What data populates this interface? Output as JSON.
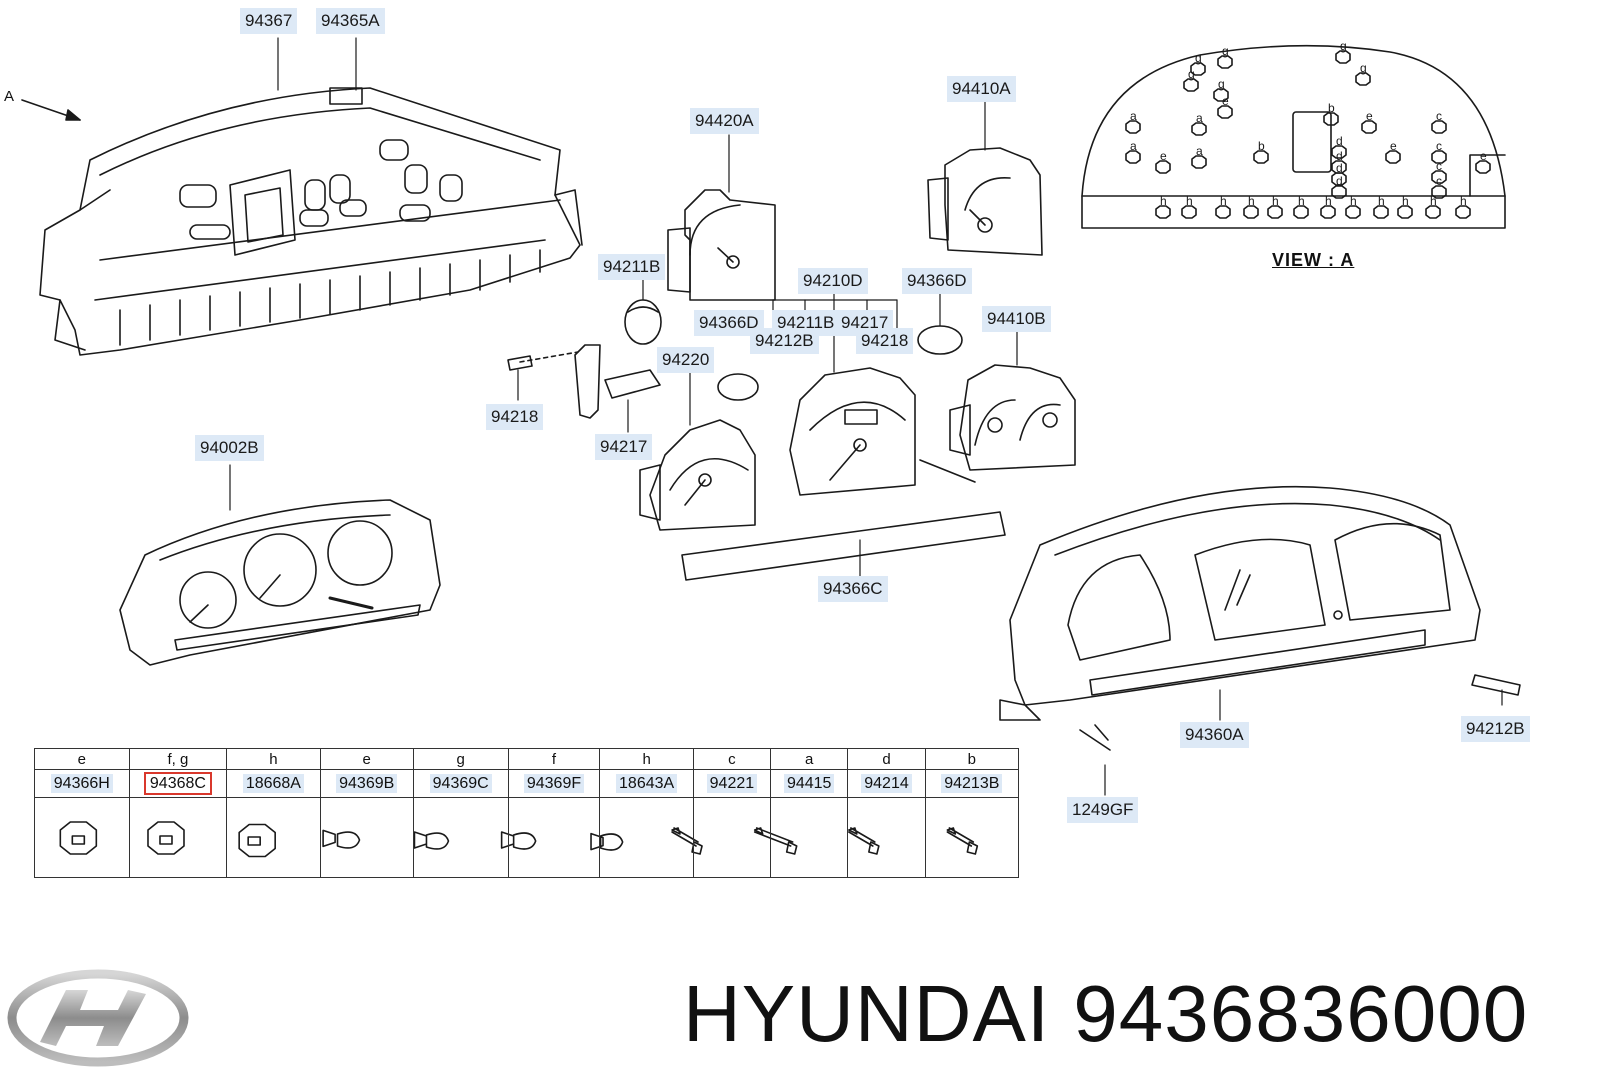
{
  "callouts": [
    {
      "id": "c94367",
      "text": "94367"
    },
    {
      "id": "c94365A",
      "text": "94365A"
    },
    {
      "id": "c94420A",
      "text": "94420A"
    },
    {
      "id": "c94410A",
      "text": "94410A"
    },
    {
      "id": "c94211B_1",
      "text": "94211B"
    },
    {
      "id": "c94210D",
      "text": "94210D"
    },
    {
      "id": "c94366D_1",
      "text": "94366D"
    },
    {
      "id": "c94366D_2",
      "text": "94366D"
    },
    {
      "id": "c94211B_2",
      "text": "94211B"
    },
    {
      "id": "c94217_1",
      "text": "94217"
    },
    {
      "id": "c94212B_1",
      "text": "94212B"
    },
    {
      "id": "c94218_1",
      "text": "94218"
    },
    {
      "id": "c94410B",
      "text": "94410B"
    },
    {
      "id": "c94220",
      "text": "94220"
    },
    {
      "id": "c94218_2",
      "text": "94218"
    },
    {
      "id": "c94217_2",
      "text": "94217"
    },
    {
      "id": "c94002B",
      "text": "94002B"
    },
    {
      "id": "c94366C",
      "text": "94366C"
    },
    {
      "id": "c94360A",
      "text": "94360A"
    },
    {
      "id": "c94212B_2",
      "text": "94212B"
    },
    {
      "id": "c1249GF",
      "text": "1249GF"
    }
  ],
  "arrow_label": "A",
  "view_caption": "VIEW : A",
  "view_markers": [
    "g",
    "g",
    "g",
    "g",
    "g",
    "g",
    "e",
    "e",
    "a",
    "a",
    "a",
    "a",
    "b",
    "b",
    "e",
    "e",
    "c",
    "c",
    "c",
    "c",
    "d",
    "d",
    "d",
    "d",
    "e",
    "h",
    "h",
    "h",
    "h",
    "h",
    "h",
    "h",
    "h",
    "h",
    "h",
    "h",
    "h"
  ],
  "parts_table": {
    "codes": [
      "e",
      "f, g",
      "h",
      "e",
      "g",
      "f",
      "h",
      "c",
      "a",
      "d",
      "b"
    ],
    "parts": [
      "94366H",
      "94368C",
      "18668A",
      "94369B",
      "94369C",
      "94369F",
      "18643A",
      "94221",
      "94415",
      "94214",
      "94213B"
    ],
    "highlight_index": 1,
    "icons": [
      "bulb-socket-large-icon",
      "bulb-socket-large-icon",
      "bulb-socket-small-icon",
      "wedge-bulb-large-icon",
      "wedge-bulb-icon",
      "wedge-bulb-icon",
      "wedge-bulb-small-icon",
      "screw-icon",
      "screw-long-icon",
      "screw-icon",
      "screw-tapping-icon"
    ]
  },
  "footer": {
    "brand": "HYUNDAI",
    "part_number": "9436836000",
    "logo": "hyundai-logo"
  },
  "colors": {
    "label_bg": "#dde9f6",
    "highlight": "#d9382c",
    "line": "#1a1a1a"
  }
}
